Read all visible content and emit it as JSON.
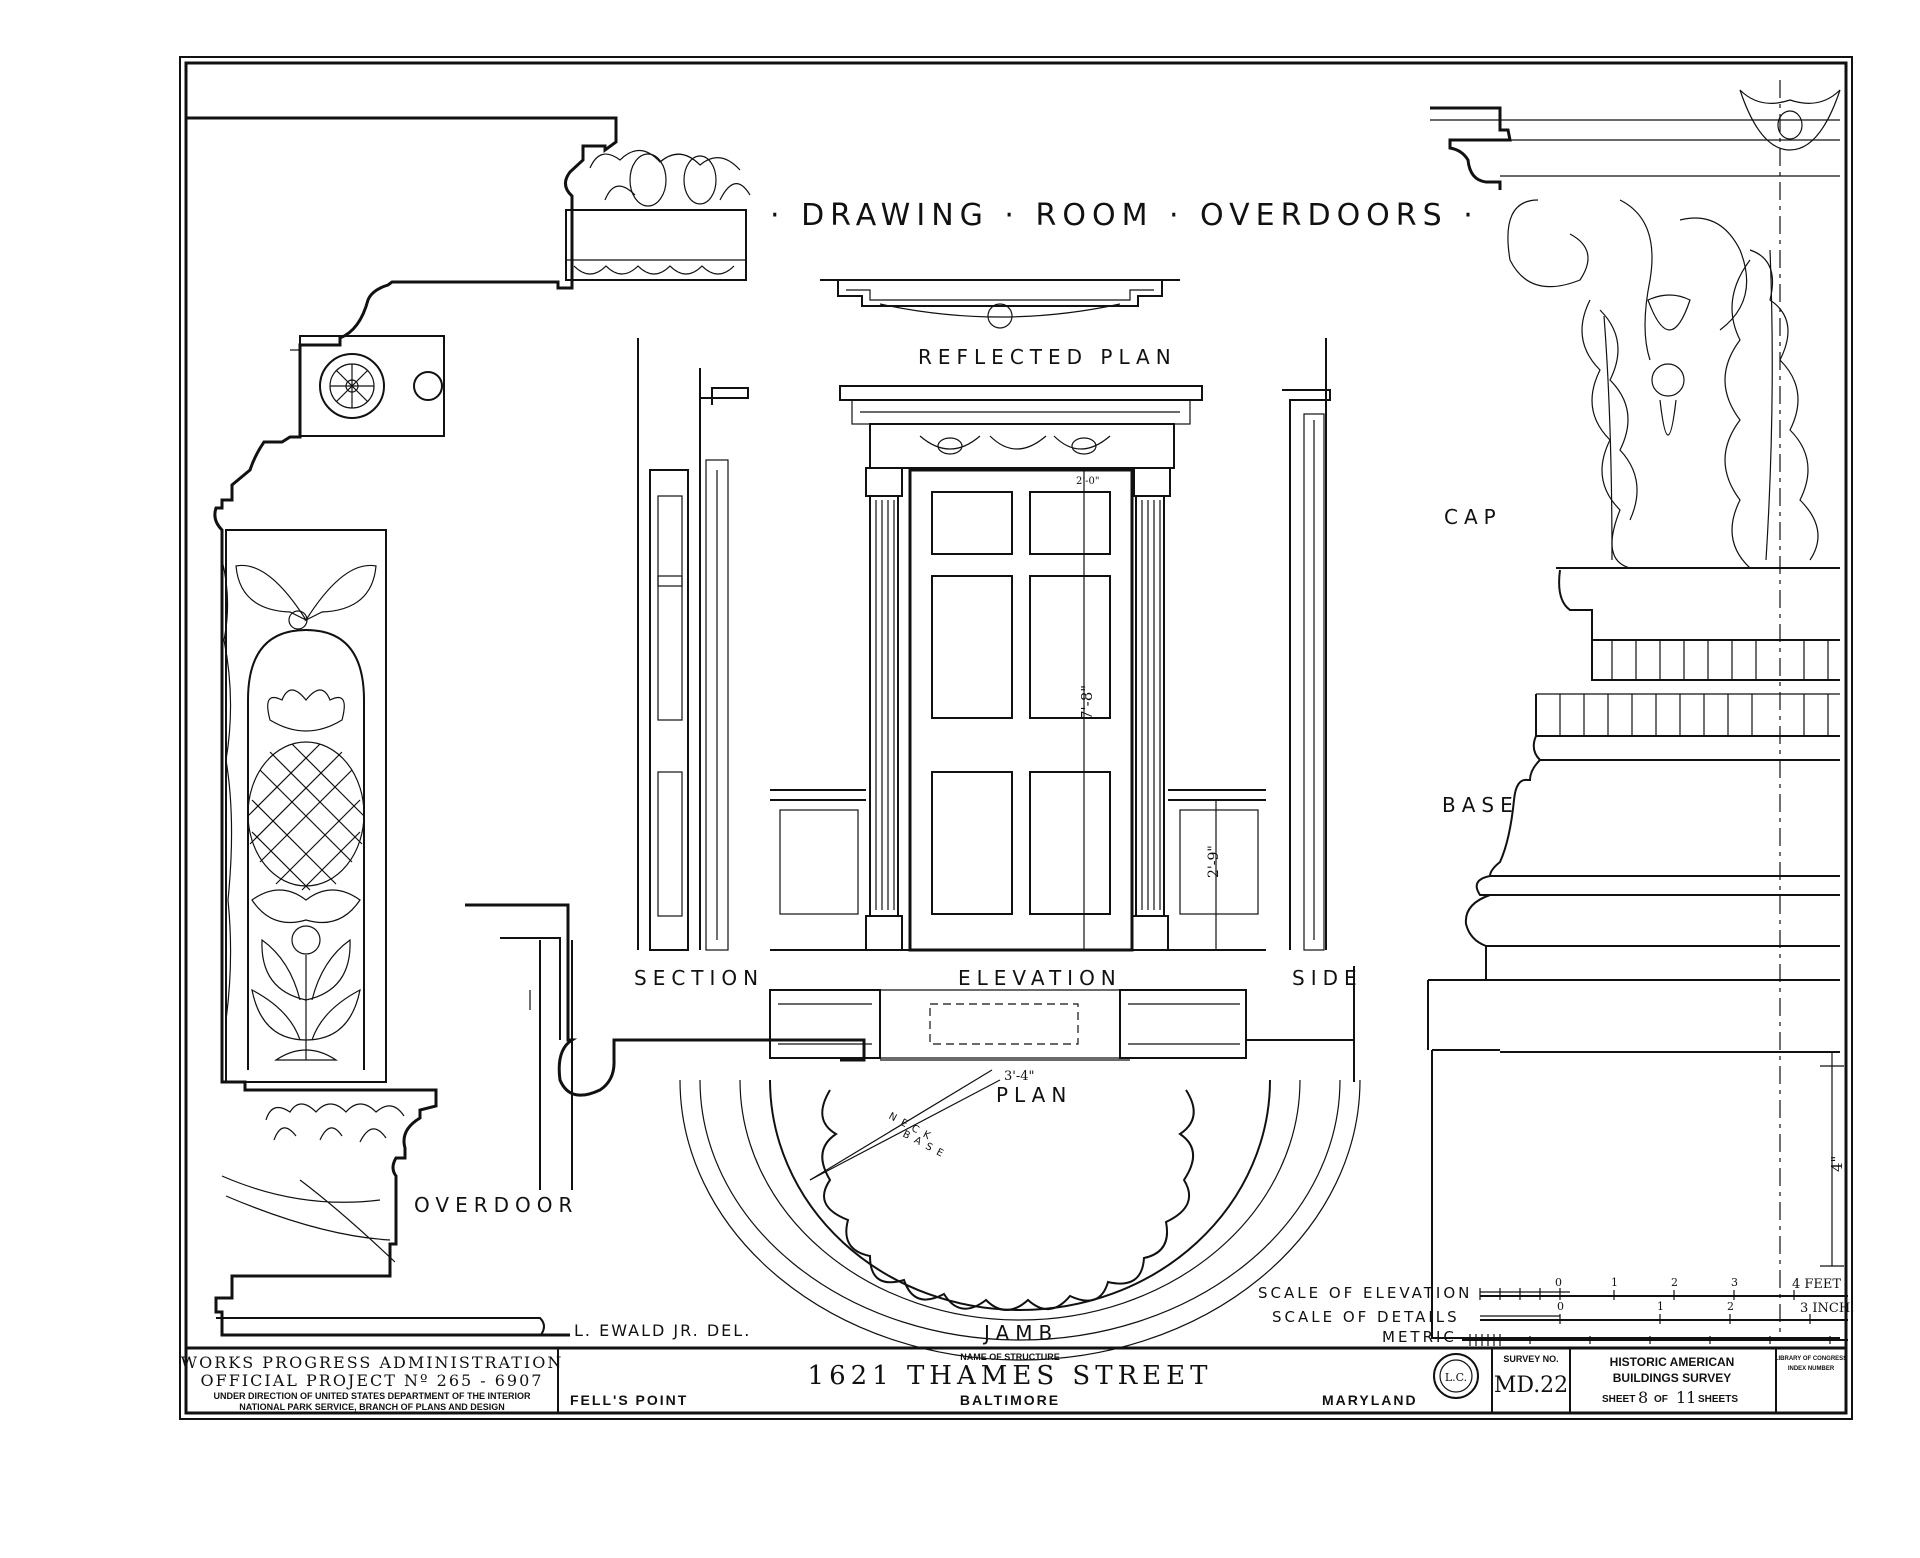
{
  "drawing": {
    "title": "· DRAWING · ROOM · OVERDOORS ·",
    "labels": {
      "reflected_plan": "REFLECTED PLAN",
      "section": "SECTION",
      "elevation": "ELEVATION",
      "side": "SIDE",
      "plan": "PLAN",
      "jamb": "JAMB",
      "overdoor": "OVERDOOR",
      "cap": "CAP",
      "base": "BASE",
      "neck": "NECK",
      "base_small": "BASE"
    },
    "dimensions": {
      "door_height": "7'-8\"",
      "wainscot_height": "2'-9\"",
      "door_width": "3'-4\"",
      "cap_height": "4\"",
      "top_small": "2'-0\""
    },
    "delineator": "L. EWALD JR. DEL."
  },
  "scales": {
    "elevation": {
      "label": "SCALE OF ELEVATION",
      "ticks": [
        "0",
        "1",
        "2",
        "3"
      ],
      "unit": "4 FEET"
    },
    "details": {
      "label": "SCALE OF DETAILS",
      "ticks": [
        "0",
        "1",
        "2"
      ],
      "unit": "3 INCH."
    },
    "metric": {
      "label": "METRIC"
    }
  },
  "title_block": {
    "agency_line1": "WORKS PROGRESS ADMINISTRATION",
    "agency_line2": "OFFICIAL PROJECT Nº 265 - 6907",
    "agency_line3": "UNDER DIRECTION OF UNITED STATES DEPARTMENT OF THE INTERIOR",
    "agency_line4": "NATIONAL PARK SERVICE, BRANCH OF PLANS AND DESIGN",
    "name_of_structure_label": "NAME OF STRUCTURE",
    "structure_name": "1621 THAMES STREET",
    "district": "FELL'S POINT",
    "city": "BALTIMORE",
    "state": "MARYLAND",
    "survey_no_label": "SURVEY NO.",
    "survey_no": "MD.22",
    "survey_name_line1": "HISTORIC AMERICAN",
    "survey_name_line2": "BUILDINGS SURVEY",
    "sheet_prefix": "SHEET",
    "sheet_no": "8",
    "sheet_of": "OF",
    "sheet_total": "11",
    "sheet_suffix": "SHEETS",
    "loc_line1": "LIBRARY OF CONGRESS",
    "loc_line2": "INDEX NUMBER",
    "seal_text": "L.C."
  }
}
